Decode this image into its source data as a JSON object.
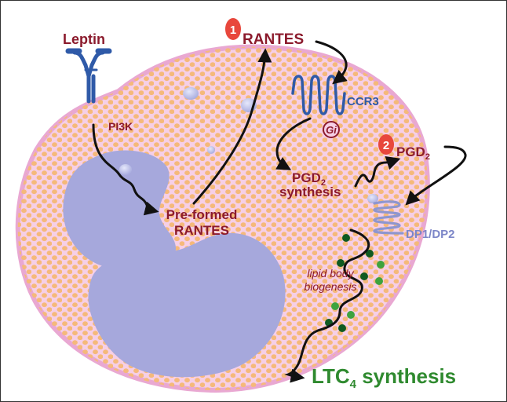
{
  "labels": {
    "leptin": "Leptin",
    "pi3k": "PI3K",
    "preformed_line1": "Pre-formed",
    "preformed_line2": "RANTES",
    "rantes": "RANTES",
    "step1_number": "1",
    "ccr3": "CCR3",
    "gi": "Gi",
    "pgd_line1": "PGD",
    "pgd_line1_sub": "2",
    "pgd_line2": "synthesis",
    "step2_number": "2",
    "pgd2": "PGD",
    "pgd2_sub": "2",
    "dp": "DP1/DP2",
    "lipid_line1": "lipid body",
    "lipid_line2": "biogenesis",
    "ltc_main": "LTC",
    "ltc_sub": "4",
    "ltc_rest": " synthesis"
  },
  "colors": {
    "cytoplasm": "#f6cfe6",
    "membrane": "#e9a8d2",
    "granule": "#f5b97a",
    "nucleus": "#a6a8dc",
    "receptor_blue": "#2f5aa8",
    "dp_receptor": "#8e96cf",
    "text_dark_red": "#8b1a2c",
    "badge_red": "#e8473c",
    "lipid_green": "#0f5a22",
    "lipid_green_light": "#3ea33e",
    "ltc_green": "#2f8a2f",
    "arrow": "#111111"
  },
  "icons": {
    "leptin_receptor": "y-shaped-receptor-icon",
    "ccr3_receptor": "seven-transmembrane-receptor-icon",
    "dp_receptor": "seven-transmembrane-receptor-icon"
  }
}
